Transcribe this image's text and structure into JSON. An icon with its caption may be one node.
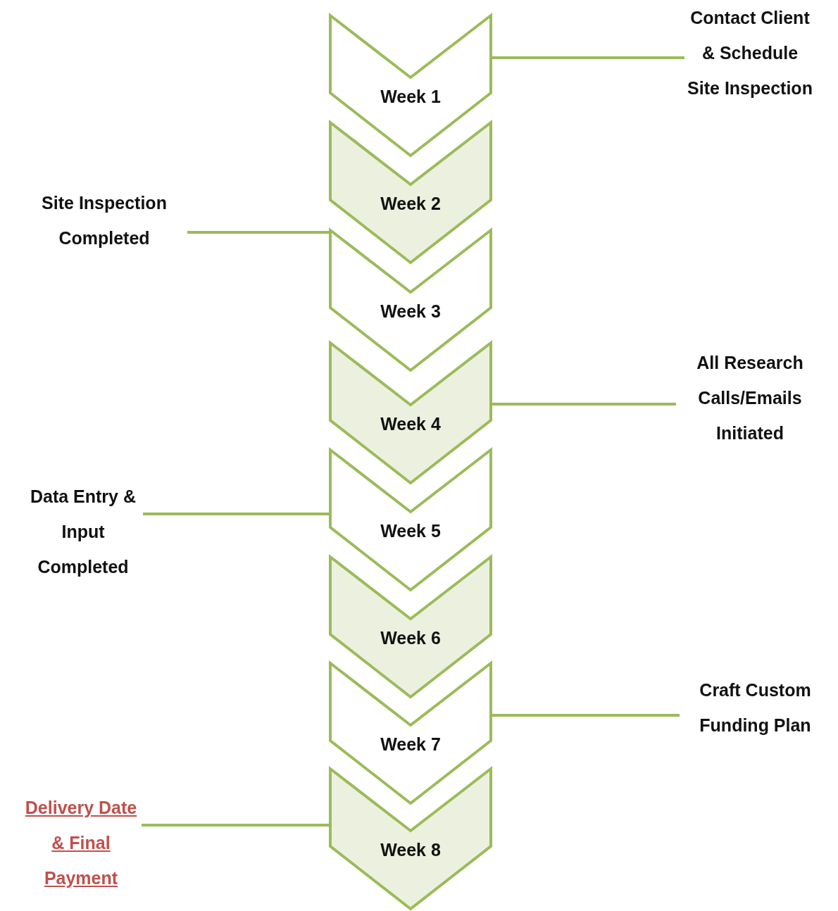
{
  "diagram": {
    "nodes": [
      {
        "text": [
          "Week 1"
        ]
      },
      {
        "text": [
          "Week 2"
        ]
      },
      {
        "text": [
          "Week 3"
        ]
      },
      {
        "text": [
          "Week 4"
        ]
      },
      {
        "text": [
          "Week 5"
        ]
      },
      {
        "text": [
          "Week 6"
        ]
      },
      {
        "text": [
          "Week 7"
        ]
      },
      {
        "text": [
          "Week 8"
        ]
      },
      {
        "text": [
          "Contact Client & Schedule Site Inspection"
        ]
      },
      {
        "text": [
          "Site Inspection Completed"
        ]
      },
      {
        "text": [
          "All Research Calls/Emails Initiated"
        ]
      },
      {
        "text": [
          "Data Entry & Input Completed"
        ]
      },
      {
        "text": [
          "Craft Custom Funding Plan"
        ]
      },
      {
        "text": [
          "Delivery Date & Final Payment"
        ]
      }
    ],
    "edges": [
      {
        "from": 8,
        "to": 0,
        "arrow": "none"
      },
      {
        "from": 9,
        "to": 2,
        "arrow": "none"
      },
      {
        "from": 10,
        "to": 3,
        "arrow": "none"
      },
      {
        "from": 11,
        "to": 4,
        "arrow": "none"
      },
      {
        "from": 12,
        "to": 6,
        "arrow": "none"
      },
      {
        "from": 13,
        "to": 7,
        "arrow": "none"
      }
    ]
  }
}
